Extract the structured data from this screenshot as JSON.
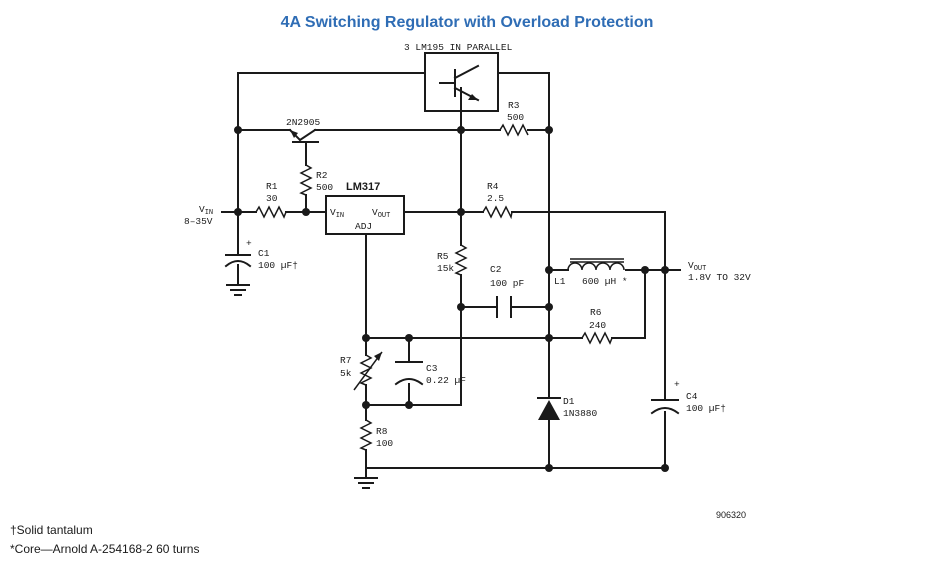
{
  "title": "4A Switching Regulator with Overload Protection",
  "labels": {
    "parallel": "3  LM195 IN PARALLEL",
    "q1": "2N2905",
    "r1_name": "R1",
    "r1_val": "30",
    "r2_name": "R2",
    "r2_val": "500",
    "r3_name": "R3",
    "r3_val": "500",
    "r4_name": "R4",
    "r4_val": "2.5",
    "r5_name": "R5",
    "r5_val": "15k",
    "r6_name": "R6",
    "r6_val": "240",
    "r7_name": "R7",
    "r7_val": "5k",
    "r8_name": "R8",
    "r8_val": "100",
    "c1_name": "C1",
    "c1_val": "100 µF†",
    "c2_name": "C2",
    "c2_val": "100 pF",
    "c3_name": "C3",
    "c3_val": "0.22 µF",
    "c4_name": "C4",
    "c4_val": "100 µF†",
    "l1_name": "L1",
    "l1_val": "600 µH *",
    "d1_name": "D1",
    "d1_val": "1N3880",
    "ic": "LM317",
    "ic_vin": "V",
    "ic_vin_sub": "IN",
    "ic_vout": "V",
    "ic_vout_sub": "OUT",
    "ic_adj": "ADJ",
    "vin": "V",
    "vin_sub": "IN",
    "vin_range": "8–35V",
    "vout": "V",
    "vout_sub": "OUT",
    "vout_range": "1.8V TO 32V",
    "plus": "+"
  },
  "footnotes": {
    "tantalum": "†Solid tantalum",
    "core": "*Core—Arnold A-254168-2 60 turns"
  },
  "figure_id": "906320"
}
